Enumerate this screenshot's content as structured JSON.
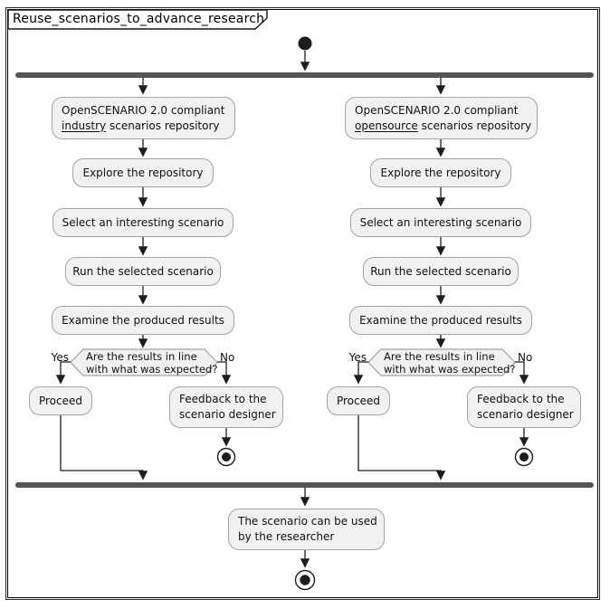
{
  "frame": {
    "title": "Reuse_scenarios_to_advance_research"
  },
  "columns": [
    {
      "repo": {
        "line1": "OpenSCENARIO 2.0 compliant",
        "underlined": "industry",
        "line2_rest": " scenarios repository"
      },
      "activities": [
        "Explore the repository",
        "Select an interesting scenario",
        "Run the selected scenario",
        "Examine the produced results"
      ],
      "decision": {
        "line1": "Are the results in line",
        "line2": "with what was expected?",
        "yes_label": "Yes",
        "no_label": "No"
      },
      "proceed_label": "Proceed",
      "feedback": {
        "line1": "Feedback to the",
        "line2": "scenario designer"
      }
    },
    {
      "repo": {
        "line1": "OpenSCENARIO 2.0 compliant",
        "underlined": "opensource",
        "line2_rest": " scenarios repository"
      },
      "activities": [
        "Explore the repository",
        "Select an interesting scenario",
        "Run the selected scenario",
        "Examine the produced results"
      ],
      "decision": {
        "line1": "Are the results in line",
        "line2": "with what was expected?",
        "yes_label": "Yes",
        "no_label": "No"
      },
      "proceed_label": "Proceed",
      "feedback": {
        "line1": "Feedback to the",
        "line2": "scenario designer"
      }
    }
  ],
  "final_activity": {
    "line1": "The scenario can be used",
    "line2": "by the researcher"
  },
  "colors": {
    "activity_fill": "#F1F1F1",
    "activity_border": "#A3A3A3",
    "bar": "#555555",
    "node": "#1D1D1D",
    "line": "#1D1D1D",
    "background": "#FFFFFF"
  }
}
